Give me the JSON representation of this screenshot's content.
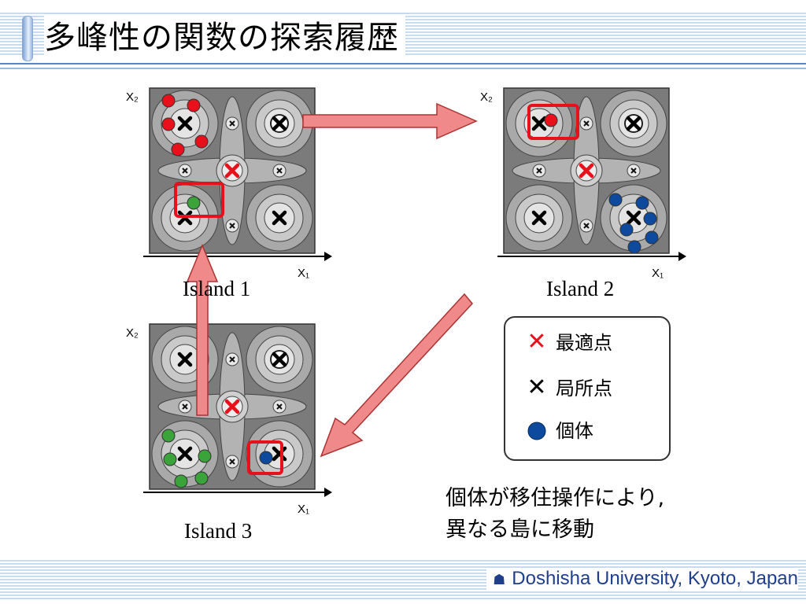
{
  "title": "多峰性の関数の探索履歴",
  "islands": [
    {
      "label": "Island 1",
      "x1_label": "X₁",
      "x2_label": "X₂"
    },
    {
      "label": "Island 2",
      "x1_label": "X₁",
      "x2_label": "X₂"
    },
    {
      "label": "Island 3",
      "x1_label": "X₁",
      "x2_label": "X₂"
    }
  ],
  "legend": {
    "optimum": {
      "symbol": "✕",
      "label": "最適点",
      "color": "#e8101a"
    },
    "local": {
      "symbol": "✕",
      "label": "局所点",
      "color": "#000000"
    },
    "individual": {
      "label": "個体",
      "color": "#0d4a9e"
    }
  },
  "caption": {
    "line1": "個体が移住操作により,",
    "line2": "異なる島に移動"
  },
  "footer": {
    "logo": "☗",
    "text": "Doshisha University, Kyoto, Japan"
  },
  "colors": {
    "red_dot": "#e8101a",
    "green_dot": "#3aa33a",
    "blue_dot": "#0d4a9e",
    "arrow": "#f08a8a",
    "highlight": "#e8101a"
  }
}
